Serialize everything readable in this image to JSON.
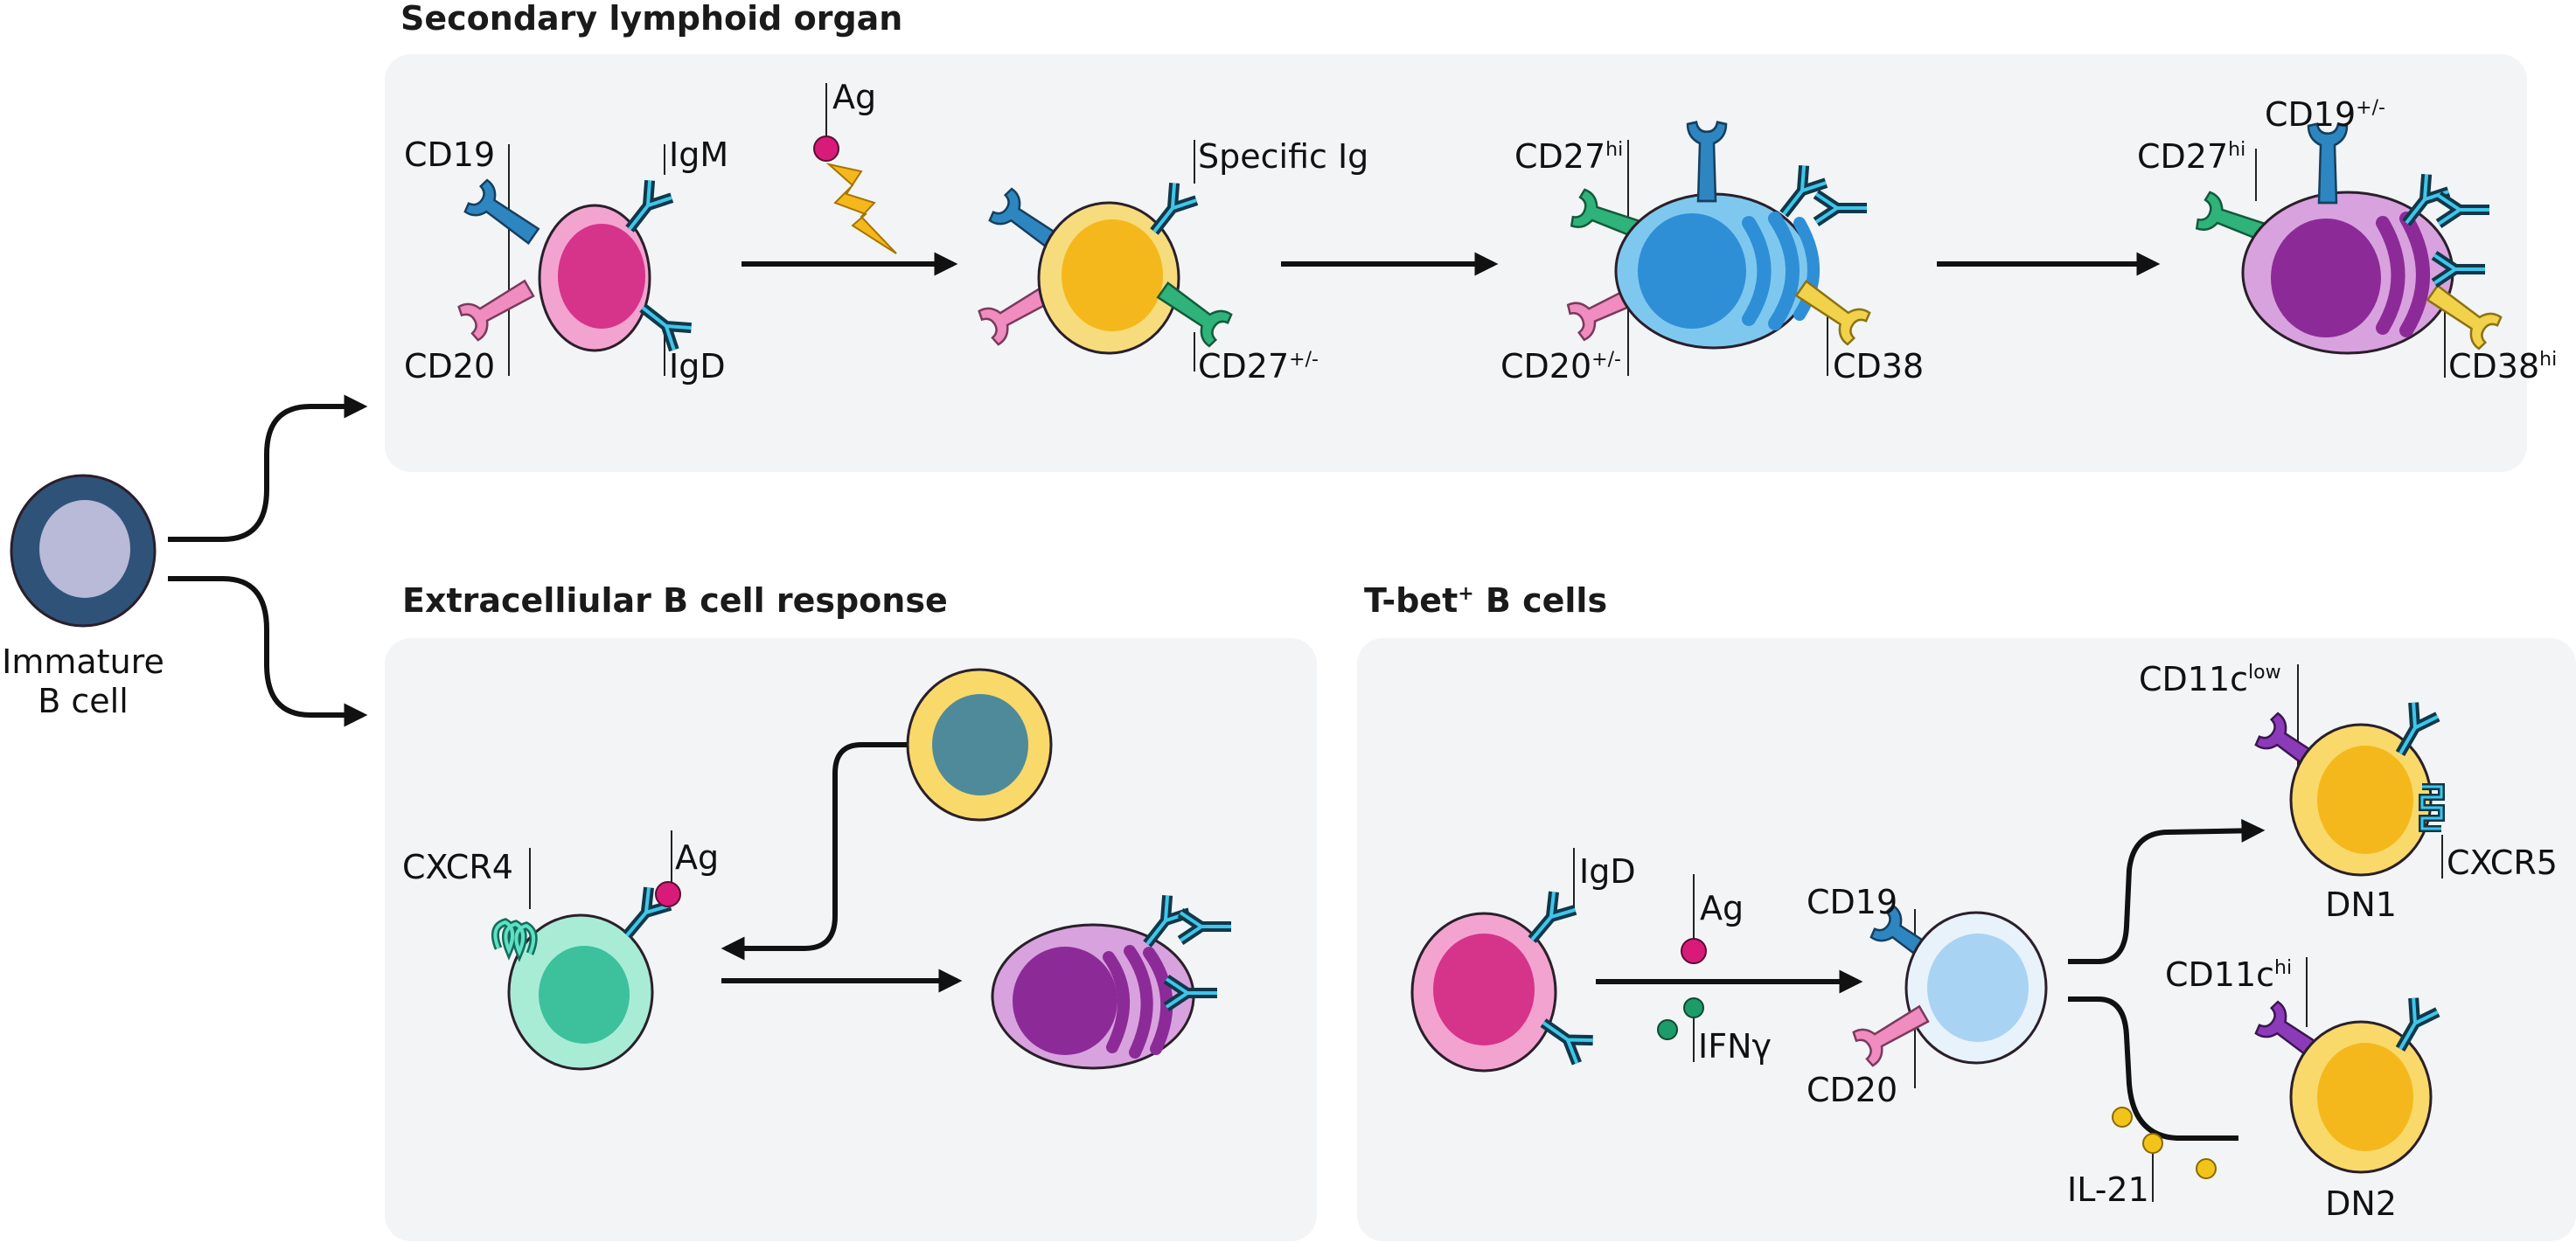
{
  "figure": {
    "immature_cell": {
      "label_line1": "Immature",
      "label_line2": "B cell"
    },
    "panels": {
      "secondary_lymphoid": {
        "title": "Secondary lymphoid organ",
        "stage1": {
          "cd19": "CD19",
          "cd20": "CD20",
          "igm": "IgM",
          "igd": "IgD"
        },
        "antigen": "Ag",
        "stage2": {
          "specific_ig": "Specific Ig",
          "cd27": "CD27",
          "cd27_sup": "+/-"
        },
        "stage3": {
          "cd27": "CD27",
          "cd27_sup": "hi",
          "cd20": "CD20",
          "cd20_sup": "+/-",
          "cd38": "CD38"
        },
        "stage4": {
          "cd19": "CD19",
          "cd19_sup": "+/-",
          "cd27": "CD27",
          "cd27_sup": "hi",
          "cd38": "CD38",
          "cd38_sup": "hi"
        }
      },
      "extrafollicular": {
        "title": "Extracelliular B cell response",
        "cxcr4": "CXCR4",
        "antigen": "Ag"
      },
      "tbet": {
        "title_main": "T-bet",
        "title_sup": "+",
        "title_rest": " B cells",
        "naive": {
          "igd": "IgD"
        },
        "antigen": "Ag",
        "ifng": "IFNγ",
        "activated": {
          "cd19": "CD19",
          "cd20": "CD20"
        },
        "dn1": {
          "name": "DN1",
          "cd11c": "CD11c",
          "cd11c_sup": "low",
          "cxcr5": "CXCR5"
        },
        "dn2": {
          "name": "DN2",
          "cd11c": "CD11c",
          "cd11c_sup": "hi"
        },
        "il21": "IL-21"
      }
    },
    "colors": {
      "immature_outer": "#2f5279",
      "immature_inner": "#b9b9d8",
      "naive_outer": "#f3a3cf",
      "naive_inner": "#d6338a",
      "activated_outer": "#f6dc7c",
      "activated_inner": "#f5b81c",
      "plasmablast_outer": "#7ec8ef",
      "plasmablast_inner": "#2f8fd6",
      "plasma_outer": "#d8a2de",
      "plasma_inner": "#8c2b97",
      "cxcr4_cell_outer": "#a8ecd6",
      "cxcr4_cell_inner": "#3cc19c",
      "memory_outer": "#f8d96a",
      "memory_inner": "#4f8a9a",
      "tbet_activated_outer": "#e8f2fb",
      "tbet_activated_inner": "#a9d3f3",
      "cd19": "#2e86c1",
      "cd20": "#f08cbf",
      "cd27": "#2fb37a",
      "cd38": "#f2d24a",
      "cd11c": "#8c3bb8",
      "antigen": "#d81b78",
      "ifng": "#1e9b6a",
      "il21": "#f2c41a"
    }
  }
}
